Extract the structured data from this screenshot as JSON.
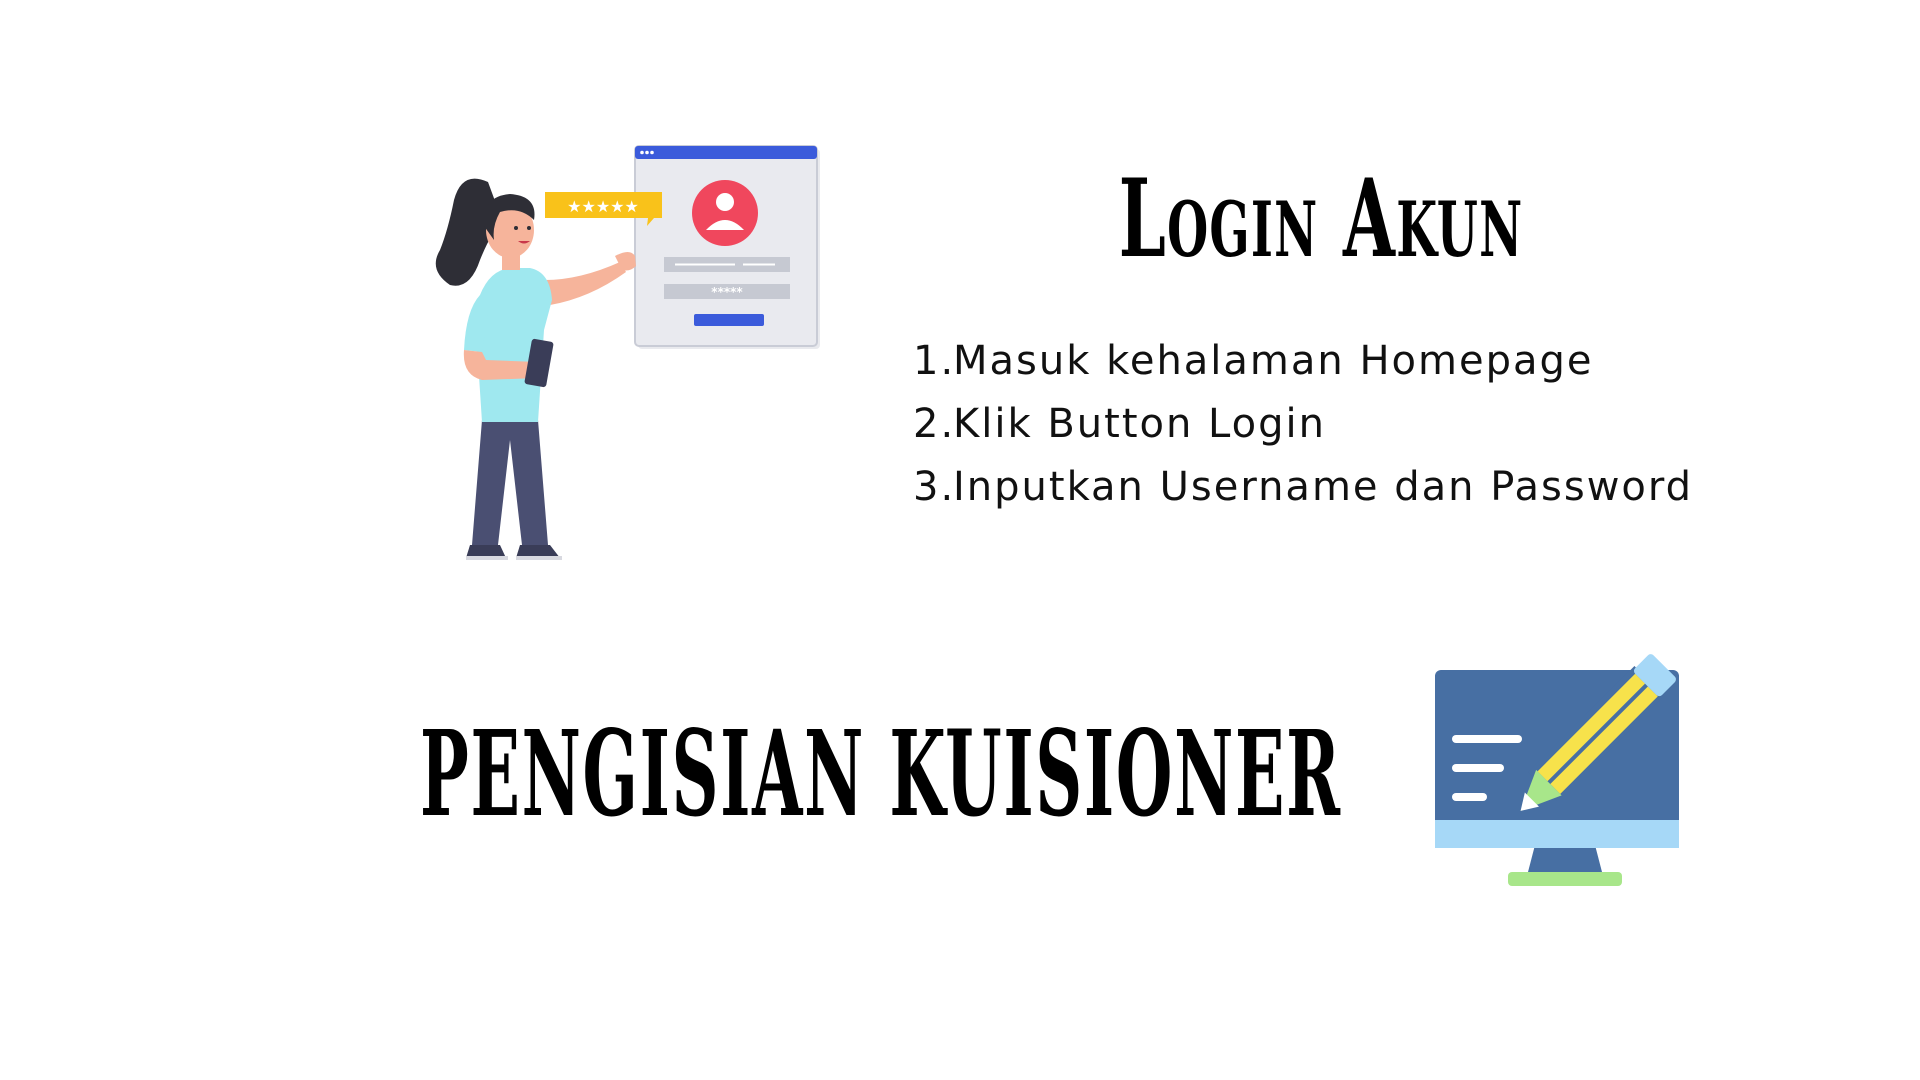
{
  "login_section": {
    "title": "Login Akun",
    "steps": [
      {
        "num": "1.",
        "text": "Masuk kehalaman Homepage"
      },
      {
        "num": "2.",
        "text": "Klik Button Login"
      },
      {
        "num": "3.",
        "text": "Inputkan Username dan Password"
      }
    ],
    "illustration_icon": "woman-pointing-login-form-icon",
    "form_password_mask": "*****",
    "rating_stars": 5
  },
  "kuisioner_section": {
    "title": "PENGISIAN KUISIONER",
    "illustration_icon": "monitor-pencil-icon"
  },
  "colors": {
    "background": "#ffffff",
    "text": "#000000",
    "window_bar": "#3b5bdb",
    "avatar": "#f0475d",
    "stars_banner": "#f9c21a",
    "shirt": "#9fe8ef",
    "pants": "#4a4f72",
    "monitor_screen": "#476fa3",
    "monitor_base": "#a6d8f7",
    "pencil_yellow": "#f7e24b",
    "pencil_green": "#a8e68a"
  }
}
